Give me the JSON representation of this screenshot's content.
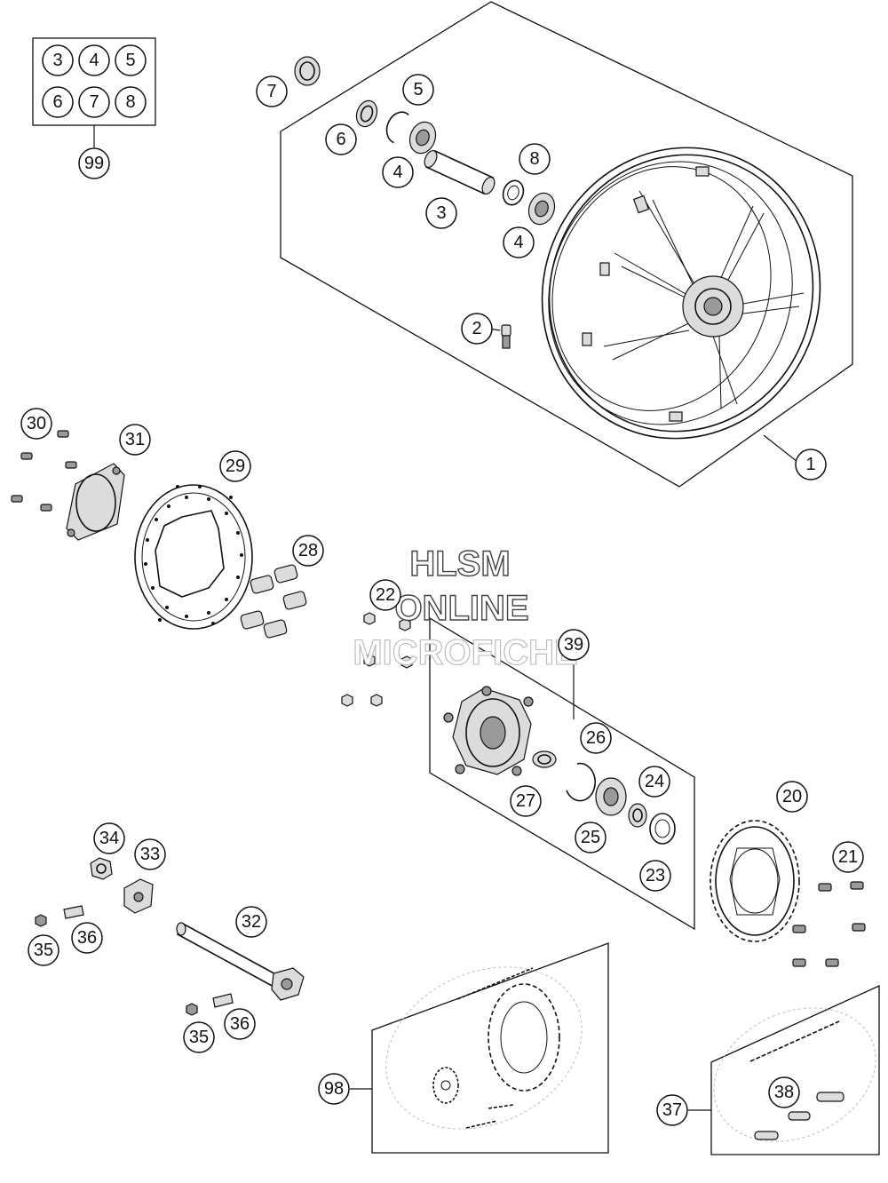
{
  "watermark": {
    "line1": "HLSM",
    "line2": "ONLINE",
    "line3": "MICROFICHE"
  },
  "kit_box": {
    "parts": [
      "3",
      "4",
      "5",
      "6",
      "7",
      "8"
    ],
    "kit_label": "99"
  },
  "callouts": {
    "c1": "1",
    "c2": "2",
    "c3": "3",
    "c4a": "4",
    "c4b": "4",
    "c5": "5",
    "c6": "6",
    "c7": "7",
    "c8": "8",
    "c20": "20",
    "c21": "21",
    "c22": "22",
    "c23": "23",
    "c24": "24",
    "c25": "25",
    "c26": "26",
    "c27": "27",
    "c28": "28",
    "c29": "29",
    "c30": "30",
    "c31": "31",
    "c32": "32",
    "c33": "33",
    "c34": "34",
    "c35a": "35",
    "c35b": "35",
    "c36a": "36",
    "c36b": "36",
    "c37": "37",
    "c38": "38",
    "c39": "39",
    "c98": "98"
  }
}
